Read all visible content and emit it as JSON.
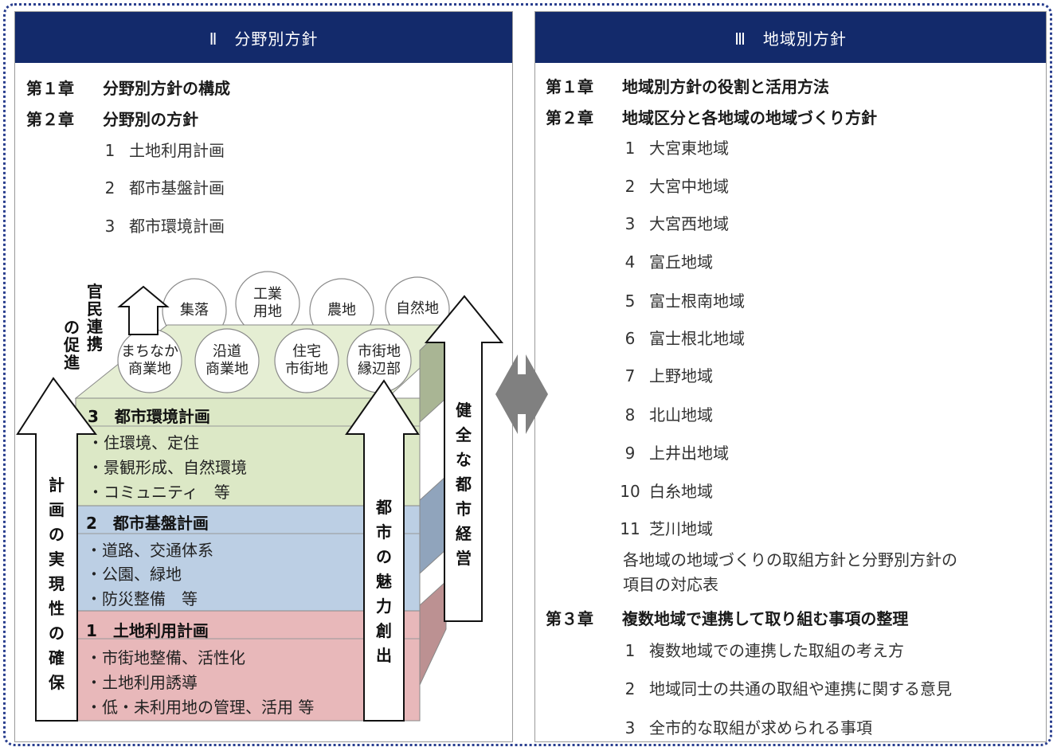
{
  "left": {
    "header": "Ⅱ　分野別方針",
    "chapters": [
      {
        "num": "第１章",
        "title": "分野別方針の構成"
      },
      {
        "num": "第２章",
        "title": "分野別の方針"
      }
    ],
    "items": [
      {
        "num": "1",
        "label": "土地利用計画"
      },
      {
        "num": "2",
        "label": "都市基盤計画"
      },
      {
        "num": "3",
        "label": "都市環境計画"
      }
    ]
  },
  "diagram": {
    "circles_back": [
      {
        "label": "集落"
      },
      {
        "label": "工業\n用地"
      },
      {
        "label": "農地"
      },
      {
        "label": "自然地"
      }
    ],
    "circles_front": [
      {
        "label": "まちなか\n商業地"
      },
      {
        "label": "沿道\n商業地"
      },
      {
        "label": "住宅\n市街地"
      },
      {
        "label": "市街地\n縁辺部"
      }
    ],
    "layers": [
      {
        "title": "3　都市環境計画",
        "items": [
          "・住環境、定住",
          "・景観形成、自然環境",
          "・コミュニティ　等"
        ]
      },
      {
        "title": "2　都市基盤計画",
        "items": [
          "・道路、交通体系",
          "・公園、緑地",
          "・防災整備　等"
        ]
      },
      {
        "title": "1　土地利用計画",
        "items": [
          "・市街地整備、活性化",
          "・土地利用誘導",
          "・低・未利用地の管理、活用 等"
        ]
      }
    ],
    "arrows": {
      "public_private_a": "官民連携",
      "public_private_b": "の促進",
      "feasibility": "計画の実現性の確保",
      "attraction": "都市の魅力創出",
      "management": "健全な都市経営"
    },
    "colors": {
      "layer3": "#dce8c6",
      "layer3_top": "#e5eed3",
      "layer3_side": "#a9b594",
      "layer2": "#bccfe4",
      "layer2_side": "#90a4bc",
      "layer1": "#e8b8ba",
      "layer1_side": "#bc9192",
      "header": "#132a6b",
      "connector": "#808080"
    }
  },
  "right": {
    "header": "Ⅲ　地域別方針",
    "chapter1": {
      "num": "第１章",
      "title": "地域別方針の役割と活用方法"
    },
    "chapter2": {
      "num": "第２章",
      "title": "地域区分と各地域の地域づくり方針"
    },
    "regions": [
      {
        "num": "1",
        "label": "大宮東地域"
      },
      {
        "num": "2",
        "label": "大宮中地域"
      },
      {
        "num": "3",
        "label": "大宮西地域"
      },
      {
        "num": "4",
        "label": "富丘地域"
      },
      {
        "num": "5",
        "label": "富士根南地域"
      },
      {
        "num": "6",
        "label": "富士根北地域"
      },
      {
        "num": "7",
        "label": "上野地域"
      },
      {
        "num": "8",
        "label": "北山地域"
      },
      {
        "num": "9",
        "label": "上井出地域"
      },
      {
        "num": "10",
        "label": "白糸地域"
      },
      {
        "num": "11",
        "label": "芝川地域"
      }
    ],
    "note_line1": "各地域の地域づくりの取組方針と分野別方針の",
    "note_line2": "項目の対応表",
    "chapter3": {
      "num": "第３章",
      "title": "複数地域で連携して取り組む事項の整理"
    },
    "ch3_items": [
      {
        "num": "1",
        "label": "複数地域での連携した取組の考え方"
      },
      {
        "num": "2",
        "label": "地域同士の共通の取組や連携に関する意見"
      },
      {
        "num": "3",
        "label": "全市的な取組が求められる事項"
      }
    ]
  }
}
